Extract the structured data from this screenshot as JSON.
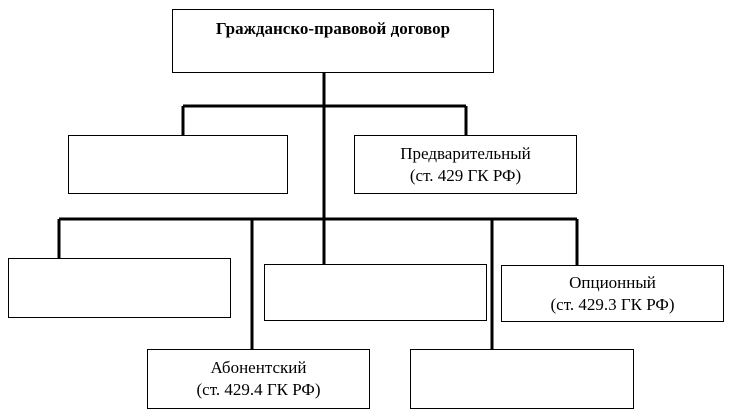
{
  "diagram": {
    "root": {
      "label": "Гражданско-правовой договор"
    },
    "level1": [
      {
        "label_line1": "",
        "label_line2": ""
      },
      {
        "label_line1": "Предварительный",
        "label_line2": "(ст. 429 ГК РФ)"
      }
    ],
    "level2": [
      {
        "label_line1": "",
        "label_line2": ""
      },
      {
        "label_line1": "",
        "label_line2": ""
      },
      {
        "label_line1": "Опционный",
        "label_line2": "(ст. 429.3 ГК РФ)"
      },
      {
        "label_line1": "Абонентский",
        "label_line2": "(ст. 429.4 ГК РФ)"
      },
      {
        "label_line1": "",
        "label_line2": ""
      }
    ],
    "line_color": "#000000"
  }
}
